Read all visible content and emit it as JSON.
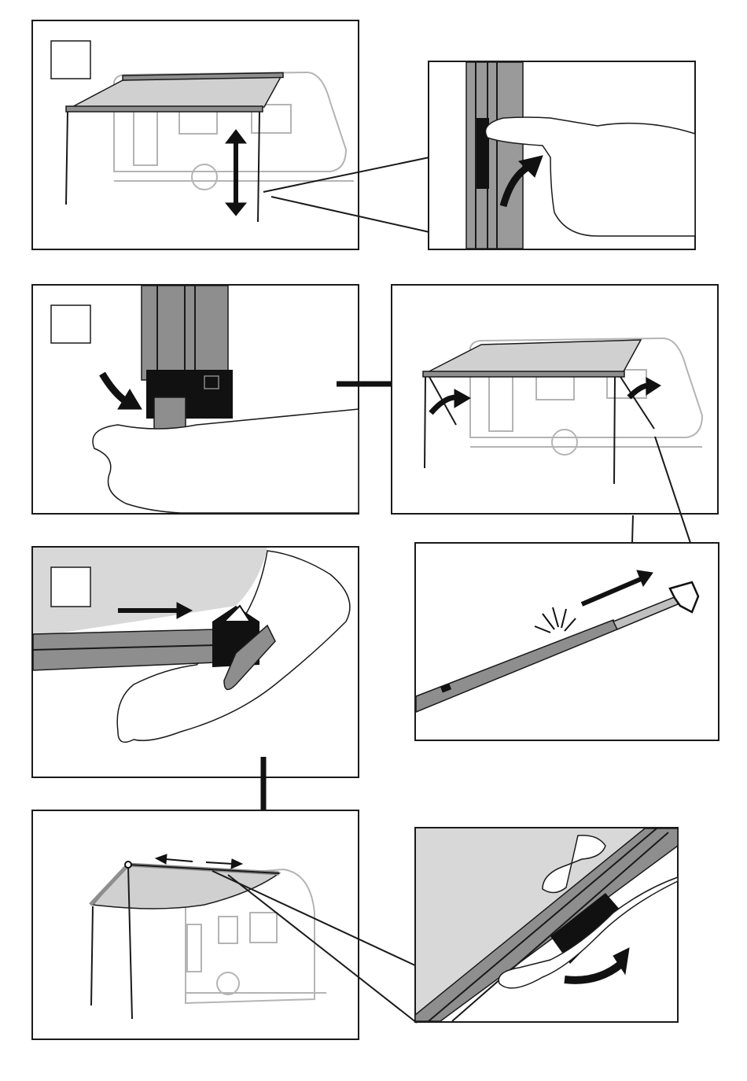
{
  "steps": [
    {
      "id": "step-a",
      "label": ""
    },
    {
      "id": "step-b",
      "label": ""
    },
    {
      "id": "step-c",
      "label": ""
    }
  ],
  "colors": {
    "line": "#1a1a1a",
    "canvas": "#d0d0d0",
    "bar": "#8e8e8e",
    "caravan": "#b4b4b4",
    "arrow": "#111111"
  },
  "icons": [
    "down-up-arrow-icon",
    "curved-arrow-icon",
    "right-arrow-icon",
    "down-arrow-icon",
    "click-burst-icon",
    "double-arrow-icon"
  ]
}
